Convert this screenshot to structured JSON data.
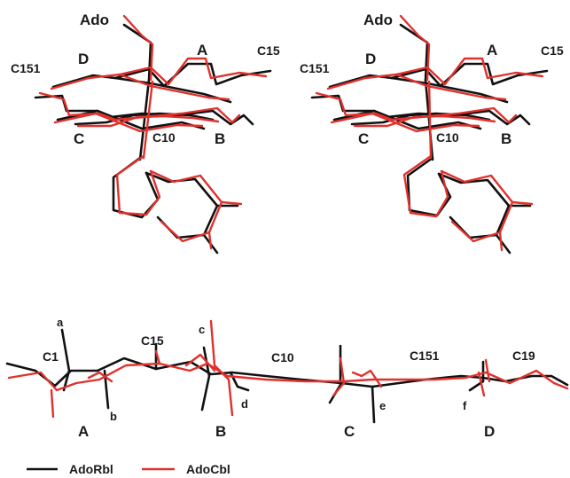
{
  "figure": {
    "colors": {
      "adorbl": "#111111",
      "adocbl": "#e0312d",
      "label": "#1a1a1a"
    },
    "stereo_left": {
      "labels": {
        "ado": "Ado",
        "ringA": "A",
        "ringB": "B",
        "ringC": "C",
        "ringD": "D",
        "c15": "C15",
        "c151": "C151",
        "c10": "C10"
      }
    },
    "stereo_right": {
      "labels": {
        "ado": "Ado",
        "ringA": "A",
        "ringB": "B",
        "ringC": "C",
        "ringD": "D",
        "c15": "C15",
        "c151": "C151",
        "c10": "C10"
      }
    },
    "side_view": {
      "labels": {
        "a": "a",
        "b": "b",
        "c": "c",
        "d": "d",
        "e": "e",
        "f": "f",
        "c1": "C1",
        "c15": "C15",
        "c10": "C10",
        "c151": "C151",
        "c19": "C19",
        "ringA": "A",
        "ringB": "B",
        "ringC": "C",
        "ringD": "D"
      }
    },
    "legend": {
      "items": [
        {
          "name": "AdoRbl",
          "color": "#111111"
        },
        {
          "name": "AdoCbl",
          "color": "#e0312d"
        }
      ]
    }
  }
}
